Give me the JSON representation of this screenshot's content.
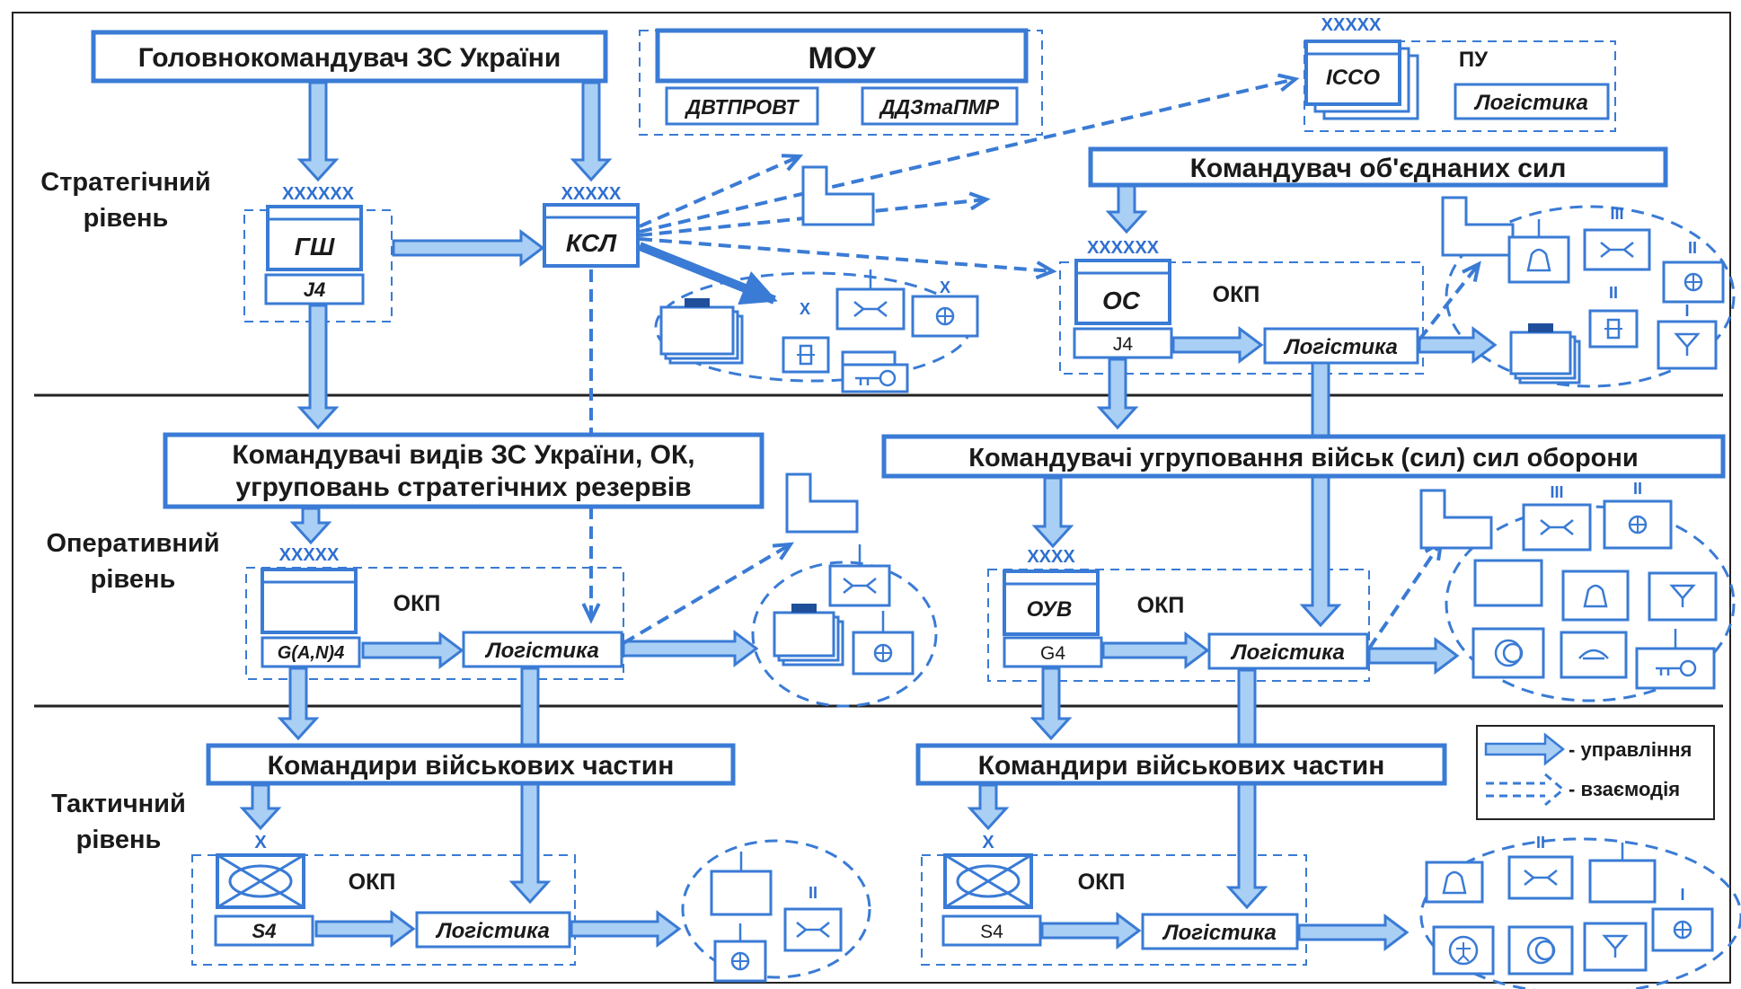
{
  "colors": {
    "stroke": "#3a7bd5",
    "fill": "#a9cff5",
    "text": "#1a1a1a",
    "divider": "#1a1a1a"
  },
  "levels": {
    "strategic": [
      "Стратегічний",
      "рівень"
    ],
    "operational": [
      "Оперативний",
      "рівень"
    ],
    "tactical": [
      "Тактичний",
      "рівень"
    ]
  },
  "boxes": {
    "commander_in_chief": "Головнокомандувач ЗС України",
    "mou": "МОУ",
    "mou_sub1": "ДВТПРОВТ",
    "mou_sub2": "ДДЗтаПМР",
    "joint_forces_commander": "Командувач об'єднаних сил",
    "service_commanders_line1": "Командувачі видів ЗС  України, ОК,",
    "service_commanders_line2": "угруповань стратегічних резервів",
    "group_commanders": "Командувачі угруповання військ (сил) сил оборони",
    "unit_commanders_left": "Командири військових частин",
    "unit_commanders_right": "Командири військових частин"
  },
  "nodes": {
    "gsh": "ГШ",
    "j4_gsh": "J4",
    "ksl": "КСЛ",
    "os": "ОС",
    "j4_os": "J4",
    "isso": "ІССО",
    "pu": "ПУ",
    "g_an_4": "G(A,N)4",
    "ouv": "ОУВ",
    "g4": "G4",
    "s4_left": "S4",
    "s4_right": "S4"
  },
  "labels": {
    "okp": "ОКП",
    "logistics": "Логістика"
  },
  "echelons": {
    "gsh": "XXXXXX",
    "ksl": "XXXXX",
    "isso": "XXXXX",
    "os": "XXXXXX",
    "op_left": "XXXXX",
    "ouv": "XXXX",
    "brigade": "X",
    "mod_x": "X",
    "mod_ii": "II",
    "mod_iii": "III",
    "mod_i": "I"
  },
  "legend": {
    "control": "- управління",
    "interaction": "- взаємодія"
  }
}
